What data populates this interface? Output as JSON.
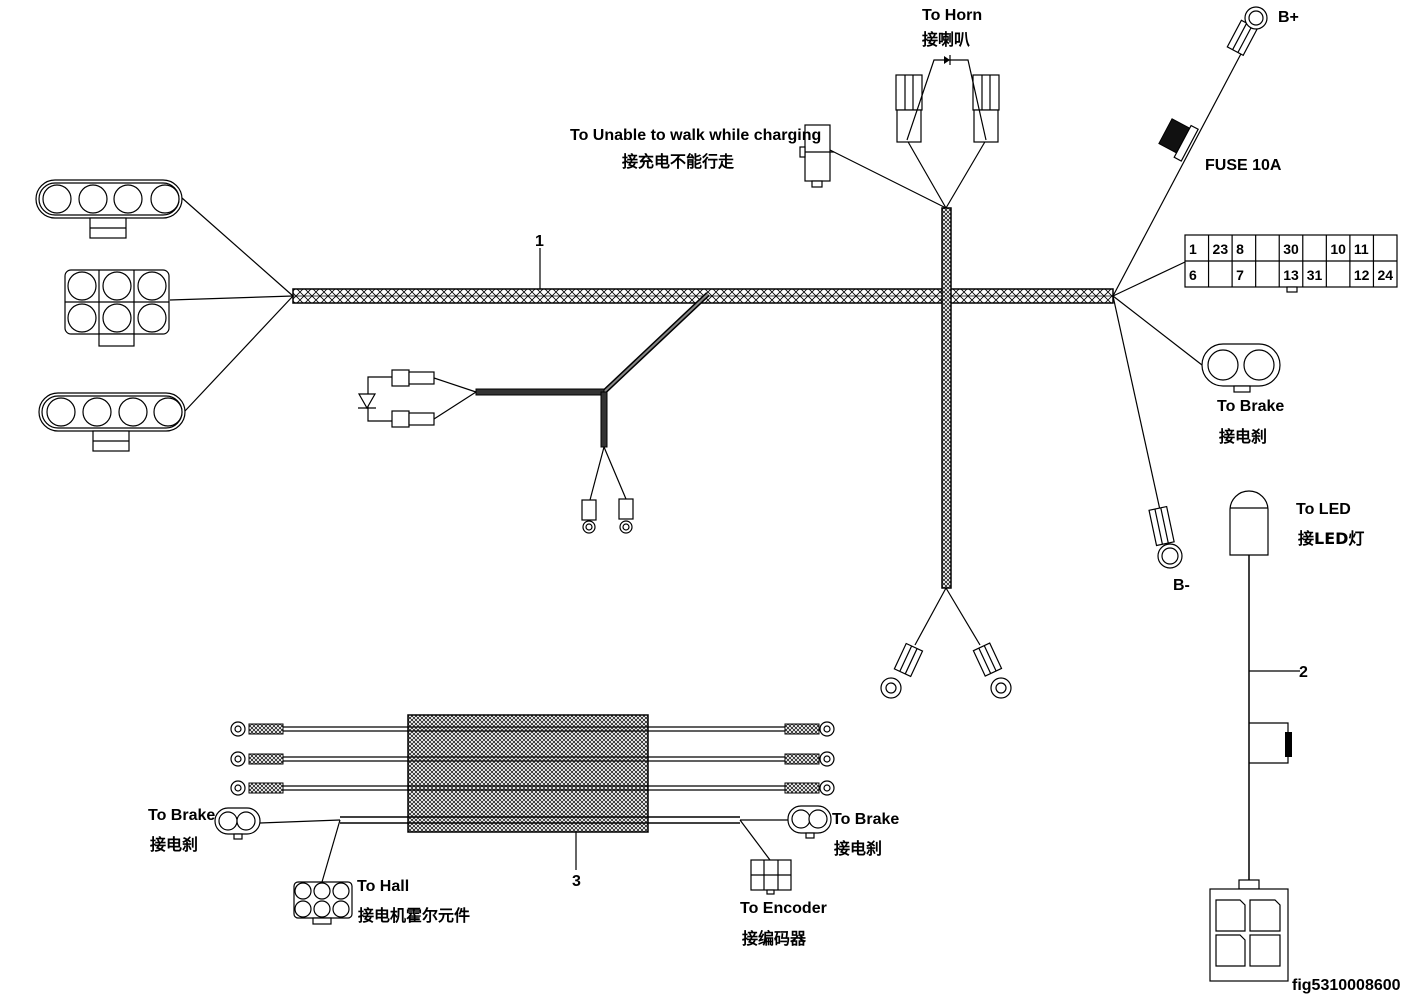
{
  "figure_id": "fig5310008600",
  "harnesses": [
    {
      "callout": "1",
      "name": "main-harness"
    },
    {
      "callout": "2",
      "name": "led-harness"
    },
    {
      "callout": "3",
      "name": "motor-harness"
    }
  ],
  "labels": {
    "horn_en": "To Horn",
    "horn_cn": "接喇叭",
    "charging_en": "To Unable to walk while charging",
    "charging_cn": "接充电不能行走",
    "b_plus": "B+",
    "b_minus": "B-",
    "fuse": "FUSE 10A",
    "brake_en": "To Brake",
    "brake_cn": "接电刹",
    "led_en": "To LED",
    "led_cn": "接LED灯",
    "hall_en": "To Hall",
    "hall_cn": "接电机霍尔元件",
    "encoder_en": "To Encoder",
    "encoder_cn": "接编码器"
  },
  "connector_pins": {
    "top_row": [
      "1",
      "23",
      "8",
      "",
      "30",
      "",
      "10",
      "11",
      ""
    ],
    "bottom_row": [
      "6",
      "",
      "7",
      "",
      "13",
      "31",
      "",
      "12",
      "24"
    ]
  }
}
